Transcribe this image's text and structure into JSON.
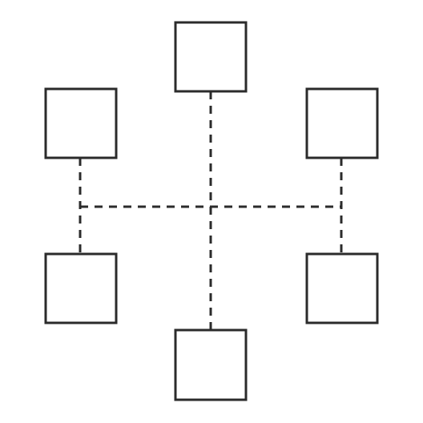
{
  "diagram": {
    "stroke_color": "#2b2b2b",
    "background_color": "#ffffff",
    "node_shape": "square",
    "connector_style": "dashed",
    "nodes": [
      {
        "id": "top-center"
      },
      {
        "id": "upper-left"
      },
      {
        "id": "upper-right"
      },
      {
        "id": "lower-left"
      },
      {
        "id": "lower-right"
      },
      {
        "id": "bottom-center"
      }
    ],
    "connections": [
      {
        "from": "top-center",
        "to": "bottom-center"
      },
      {
        "from": "upper-left",
        "to": "lower-left"
      },
      {
        "from": "upper-right",
        "to": "lower-right"
      },
      {
        "from": "upper-left",
        "to": "upper-right",
        "via": "horizontal-bus"
      }
    ]
  }
}
